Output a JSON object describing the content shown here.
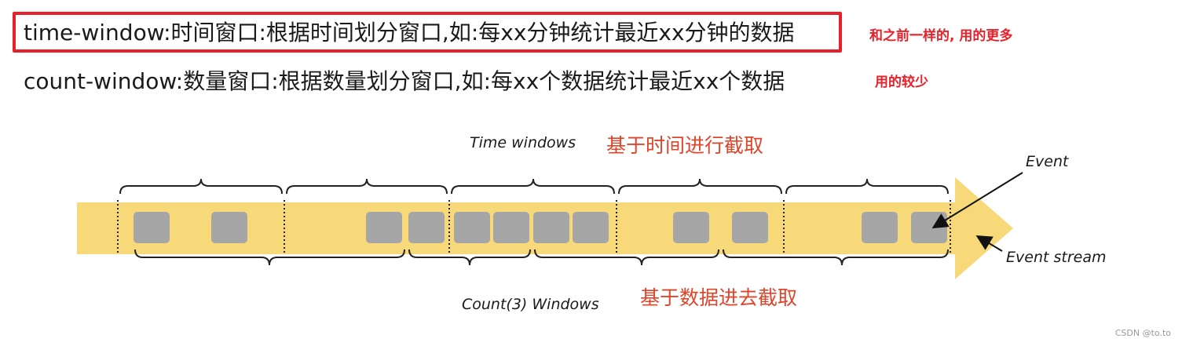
{
  "lines": {
    "time_window": "time-window:时间窗口:根据时间划分窗口,如:每xx分钟统计最近xx分钟的数据",
    "count_window": "count-window:数量窗口:根据数量划分窗口,如:每xx个数据统计最近xx个数据"
  },
  "notes": {
    "time_window": "和之前一样的, 用的更多",
    "count_window": "用的较少"
  },
  "diagram": {
    "time_windows_label": "Time windows",
    "time_windows_cn": "基于时间进行截取",
    "count_windows_label": "Count(3) Windows",
    "count_windows_cn": "基于数据进去截取",
    "event_label": "Event",
    "event_stream_label": "Event stream"
  },
  "watermark": "CSDN @to.to",
  "colors": {
    "highlight_border": "#e8202a",
    "note_text": "#e8202a",
    "cn_label": "#e0442a",
    "stream_fill": "#f8d97a",
    "event_box": "#a6a6a6"
  }
}
